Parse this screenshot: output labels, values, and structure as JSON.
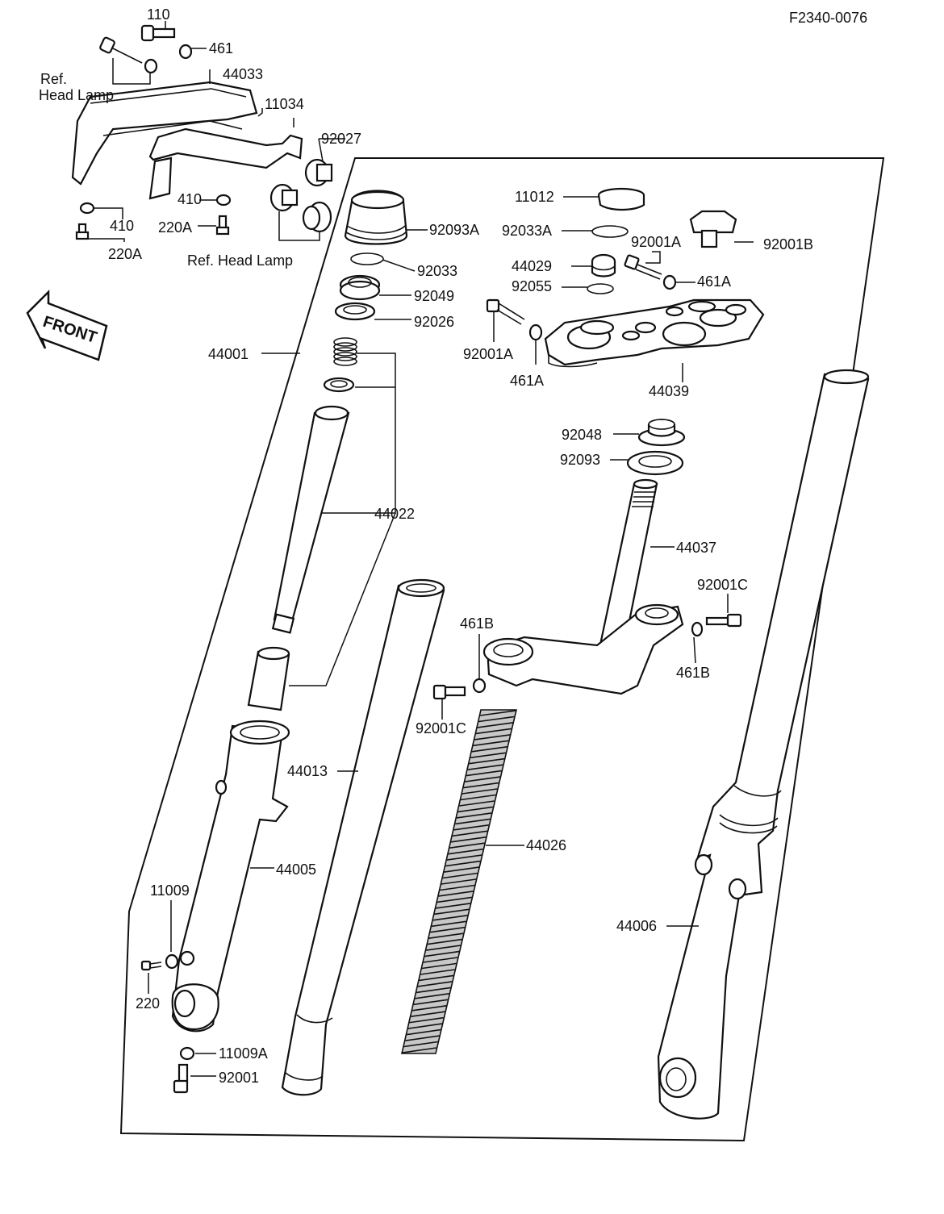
{
  "doc_code": "F2340-0076",
  "front_arrow_text": "FRONT",
  "ref_head_lamp_1": "Ref.\nHead Lamp",
  "ref_head_lamp_1_line1": "Ref.",
  "ref_head_lamp_1_line2": "Head Lamp",
  "ref_head_lamp_2": "Ref.  Head Lamp",
  "parts": {
    "p110": "110",
    "p461": "461",
    "p44033": "44033",
    "p11034": "11034",
    "p92027": "92027",
    "p410_a": "410",
    "p410_b": "410",
    "p220A_a": "220A",
    "p220A_b": "220A",
    "p11012": "11012",
    "p92033A": "92033A",
    "p92001A_a": "92001A",
    "p92001B": "92001B",
    "p92093A": "92093A",
    "p92033": "92033",
    "p44029": "44029",
    "p461A_a": "461A",
    "p92049": "92049",
    "p92055": "92055",
    "p92026": "92026",
    "p92001A_b": "92001A",
    "p461A_b": "461A",
    "p44001": "44001",
    "p44039": "44039",
    "p92048": "92048",
    "p92093": "92093",
    "p44022": "44022",
    "p44037": "44037",
    "p92001C_a": "92001C",
    "p461B_a": "461B",
    "p461B_b": "461B",
    "p92001C_b": "92001C",
    "p44013": "44013",
    "p44026": "44026",
    "p44005": "44005",
    "p11009": "11009",
    "p44006": "44006",
    "p220": "220",
    "p11009A": "11009A",
    "p92001": "92001"
  }
}
